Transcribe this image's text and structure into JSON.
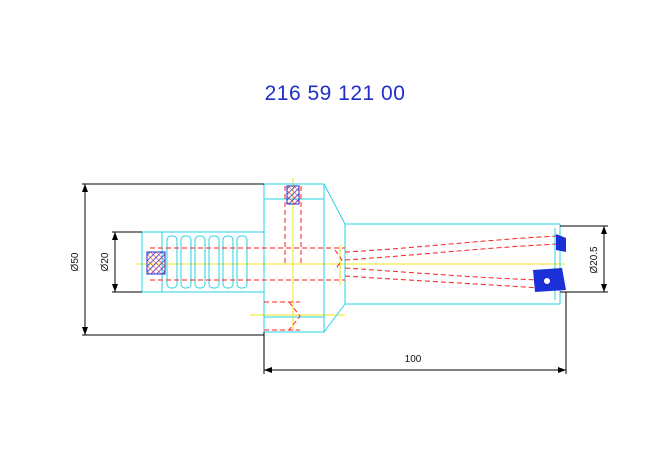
{
  "title": "216 59 121 00",
  "dimensions": {
    "overall_diameter": "Ø50",
    "shank_diameter": "Ø20",
    "bore_diameter": "Ø20.5",
    "length": "100"
  },
  "colors": {
    "outline": "#27d3e6",
    "hidden": "#ff2020",
    "centerline": "#f3e61a",
    "dimension": "#000000",
    "text": "#1f2fc8",
    "insert": "#1a2fd6"
  }
}
